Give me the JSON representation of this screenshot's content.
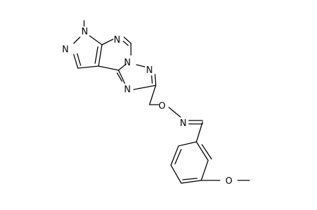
{
  "molecule": {
    "atom_labels": {
      "methyl_n": "N",
      "pyrazole_n": "N",
      "pyrimidine_n": "N",
      "triazole_n1": "N",
      "triazole_n2": "N",
      "triazole_n3": "N",
      "ether_o": "O",
      "oxime_n": "N",
      "methoxy_o": "O"
    },
    "colors": {
      "bond": "#000000",
      "label": "#000000",
      "background": "#ffffff"
    }
  }
}
